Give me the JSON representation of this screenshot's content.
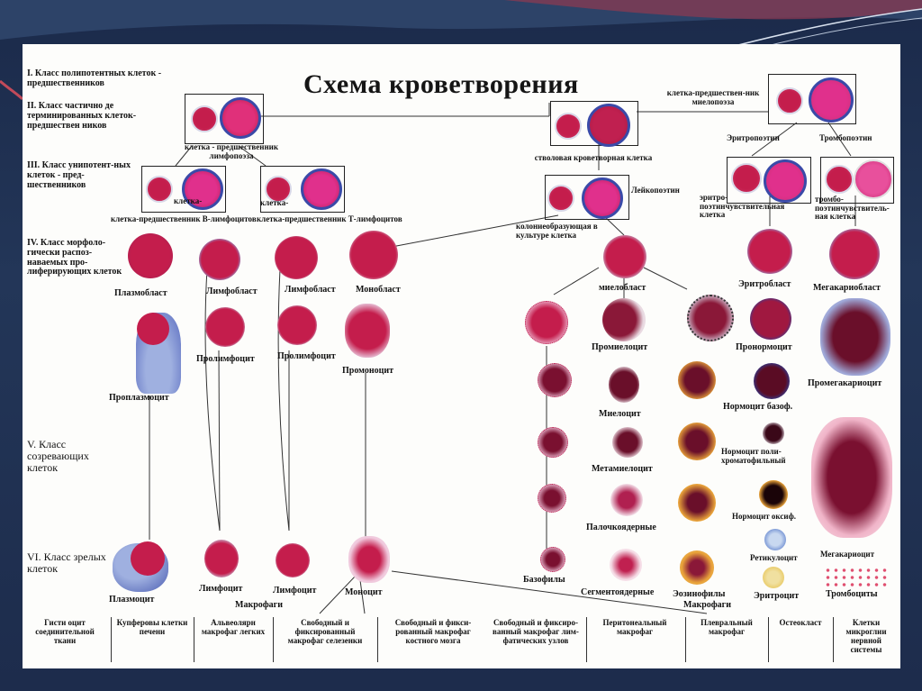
{
  "title": "Схема кроветворения",
  "classes": {
    "c1": "I. Класс полипотентных клеток - предшественников",
    "c2": "II. Класс частично де терминированных клеток-предшествен ников",
    "c3": "III. Класс унипотент-ных клеток - пред-шественников",
    "c4": "IV. Класс морфоло-гически распоз-наваемых про-лиферирующих клеток",
    "c5": "V. Класс созревающих клеток",
    "c6": "VI. Класс зрелых клеток"
  },
  "labels": {
    "stem": "стволовая кроветворная клетка",
    "lymph_prec": "клетка - предшественник лимфопоэза",
    "myelo_prec": "клетка-предшествен-ник миелопоэза",
    "erythropoietin": "Эритропоэтин",
    "thrombopoietin": "Тромбопоэтин",
    "leukopoietin": "Лейкопоэтин",
    "cfu": "колониеобразующая в культуре клетка",
    "b_prec": "клетка-предшественник В-лимфоцитов",
    "t_prec": "клетка-предшественник Т-лимфоцитов",
    "ery_resp": "эритро-поэтинчувствительная клетка",
    "thr_resp": "тромбо-поэтинчувствитель-ная клетка",
    "plasmoblast": "Плазмобласт",
    "lymphoblast1": "Лимфобласт",
    "lymphoblast2": "Лимфобласт",
    "monoblast": "Монобласт",
    "myeloblast": "миелобласт",
    "erythroblast": "Эритробласт",
    "megakaryoblast": "Мегакариобласт",
    "proplasmocyte": "Проплазмоцит",
    "prolymphocyte1": "Пролимфоцит",
    "prolymphocyte2": "Пролимфоцит",
    "promonocyte": "Промоноцит",
    "promyelocyte": "Промиелоцит",
    "pronormocyte": "Пронормоцит",
    "promegakaryocyte": "Промегакариоцит",
    "myelocyte": "Миелоцит",
    "normocyte_baso": "Нормоцит базоф.",
    "metamyelocyte": "Метамиелоцит",
    "normocyte_poly": "Нормоцит поли-хроматофильный",
    "band": "Палочкоядерные",
    "normocyte_oxy": "Нормоцит оксиф.",
    "reticulocyte": "Ретикулоцит",
    "megakaryocyte": "Мегакариоцит",
    "plasmocyte": "Плазмоцит",
    "lymphocyte1": "Лимфоцит",
    "lymphocyte2": "Лимфоцит",
    "monocyte": "Моноцит",
    "macrophages": "Макрофаги",
    "basophils": "Базофилы",
    "segmented": "Сегментоядерные",
    "eosinophils": "Эозинофилы",
    "erythrocyte": "Эритроцит",
    "thrombocytes": "Тромбоциты"
  },
  "bottom_row": [
    "Гисти оцит соединительной ткани",
    "Купферовы клетки печени",
    "Альвеолярн макрофаг легких",
    "Свободный и фиксированный макрофаг селезенки",
    "Свободный и фикси-рованный макрофаг костного мозга",
    "Свободный и фиксиро-ванный макрофаг лим-фатических узлов",
    "Перитонеальный макрофаг",
    "Плевральный макрофаг",
    "Остеокласт",
    "Клетки микроглии нервной системы"
  ],
  "colors": {
    "nucleus": "#c2204f",
    "magenta": "#e0308c",
    "membrane": "#2f3f9a",
    "eosin": "#e8a23a",
    "slide_bg": "#1b2a4a"
  }
}
